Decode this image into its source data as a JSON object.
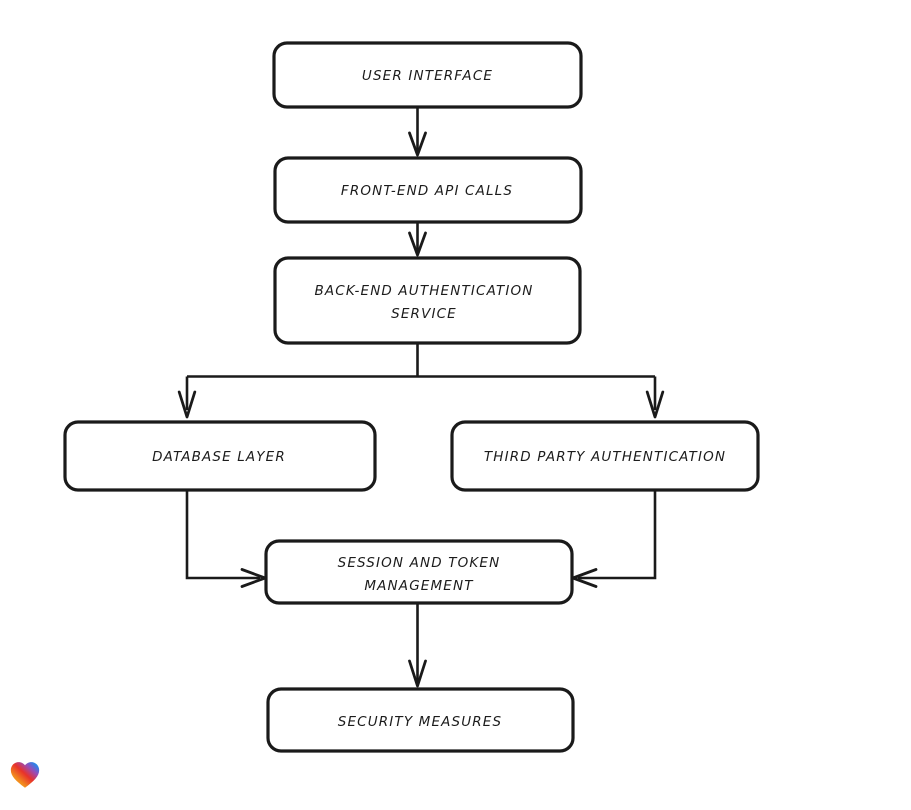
{
  "diagram": {
    "title": "Authentication System Architecture Flowchart",
    "background_color": "#ffffff",
    "stroke_color": "#1a1a1a",
    "style": "hand-drawn rounded rectangles, uppercase handwritten labels",
    "nodes": [
      {
        "id": "user-interface",
        "label": "USER INTERFACE",
        "lines": [
          "USER INTERFACE"
        ]
      },
      {
        "id": "front-end-api-calls",
        "label": "FRONT-END API CALLS",
        "lines": [
          "FRONT-END API CALLS"
        ]
      },
      {
        "id": "back-end-auth-service",
        "label": "BACK-END AUTHENTICATION SERVICE",
        "lines": [
          "BACK-END AUTHENTICATION",
          "SERVICE"
        ]
      },
      {
        "id": "database-layer",
        "label": "DATABASE LAYER",
        "lines": [
          "DATABASE LAYER"
        ]
      },
      {
        "id": "third-party-auth",
        "label": "THIRD PARTY AUTHENTICATION",
        "lines": [
          "THIRD PARTY AUTHENTICATION"
        ]
      },
      {
        "id": "session-token-mgmt",
        "label": "SESSION AND TOKEN MANAGEMENT",
        "lines": [
          "SESSION AND TOKEN",
          "MANAGEMENT"
        ]
      },
      {
        "id": "security-measures",
        "label": "SECURITY MEASURES",
        "lines": [
          "SECURITY MEASURES"
        ]
      }
    ],
    "edges": [
      {
        "from": "user-interface",
        "to": "front-end-api-calls",
        "direction": "down"
      },
      {
        "from": "front-end-api-calls",
        "to": "back-end-auth-service",
        "direction": "down"
      },
      {
        "from": "back-end-auth-service",
        "to": "database-layer",
        "direction": "down-branch-left"
      },
      {
        "from": "back-end-auth-service",
        "to": "third-party-auth",
        "direction": "down-branch-right"
      },
      {
        "from": "database-layer",
        "to": "session-token-mgmt",
        "direction": "down-then-right"
      },
      {
        "from": "third-party-auth",
        "to": "session-token-mgmt",
        "direction": "down-then-left"
      },
      {
        "from": "session-token-mgmt",
        "to": "security-measures",
        "direction": "down"
      }
    ]
  },
  "watermark": {
    "icon": "heart-icon",
    "colors": [
      "#e8322a",
      "#f28c1e",
      "#f5a623",
      "#2f80e8",
      "#3dc4d6"
    ]
  }
}
